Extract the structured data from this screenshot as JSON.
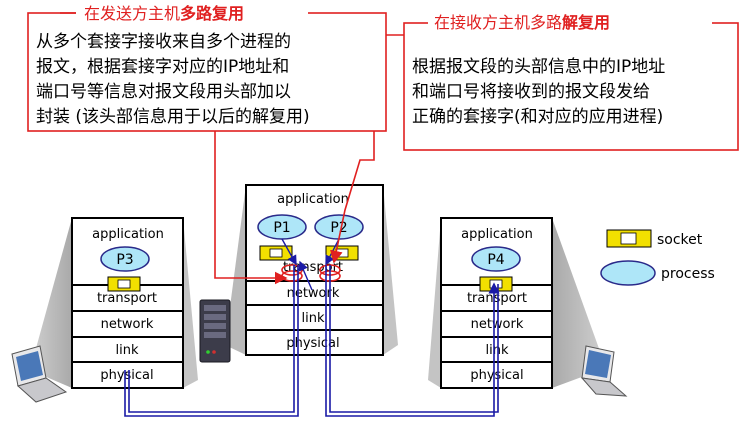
{
  "callout_left": {
    "title_pre": "在发送方主机",
    "title_bold": "多路复用",
    "lines": [
      "从多个套接字接收来自多个进程的",
      "报文，根据套接字对应的IP地址和",
      "端口号等信息对报文段用头部加以",
      "封装 (该头部信息用于以后的解复用)"
    ]
  },
  "callout_right": {
    "title_pre": "在接收方主机多路",
    "title_bold": "解复用",
    "lines": [
      "根据报文段的头部信息中的IP地址",
      "和端口号将接收到的报文段发给",
      "正确的套接字(和对应的应用进程)"
    ]
  },
  "hosts": {
    "left": {
      "app": "application",
      "process": "P3",
      "transport": "transport",
      "network": "network",
      "link": "link",
      "physical": "physical"
    },
    "center": {
      "app": "application",
      "process1": "P1",
      "process2": "P2",
      "transport": "transport",
      "network": "network",
      "link": "link",
      "physical": "physical"
    },
    "right": {
      "app": "application",
      "process": "P4",
      "transport": "transport",
      "network": "network",
      "link": "link",
      "physical": "physical"
    }
  },
  "legend": {
    "socket": "socket",
    "process": "process"
  },
  "colors": {
    "callout": "#e02020",
    "wire": "#1a1aa6",
    "socket": "#f2e000",
    "process": "#aee6f8"
  }
}
